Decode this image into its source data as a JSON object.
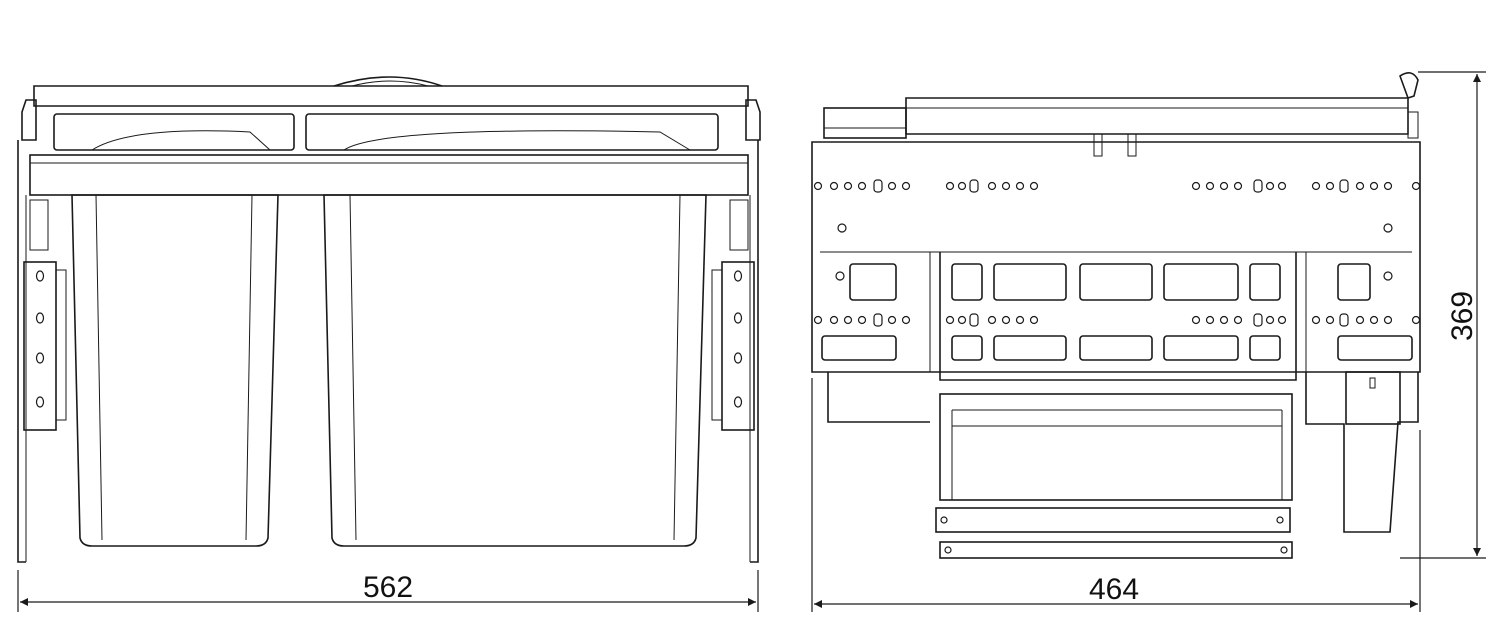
{
  "dimensions": {
    "front_width": "562",
    "side_depth": "464",
    "height": "369"
  },
  "colors": {
    "line": "#1a1a1a",
    "background": "#ffffff"
  }
}
